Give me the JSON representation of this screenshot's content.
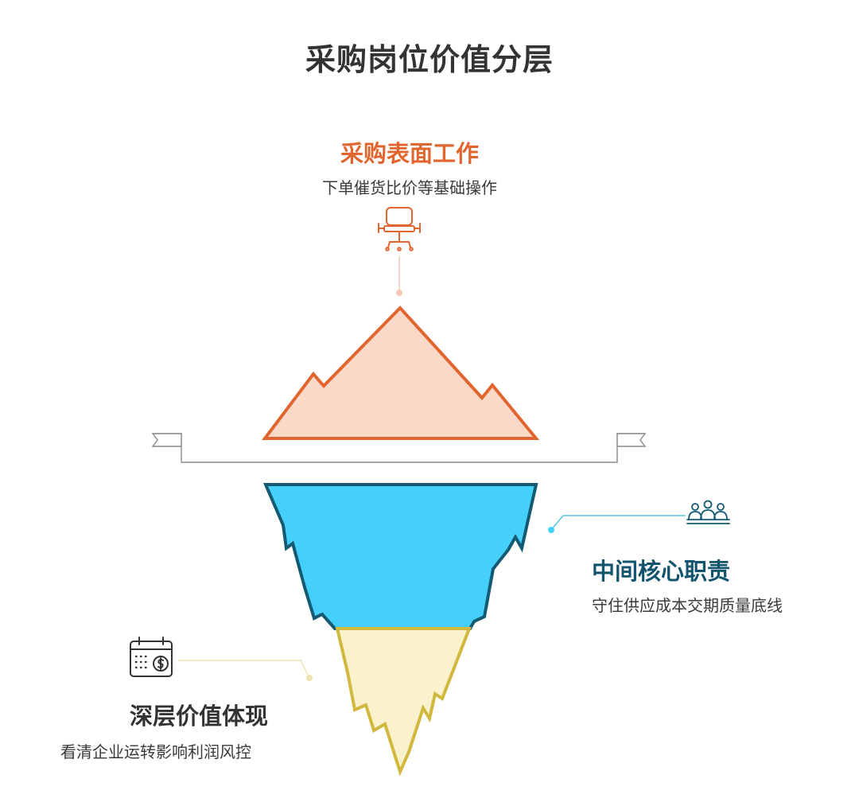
{
  "title": "采购岗位价值分层",
  "layers": {
    "top": {
      "title": "采购表面工作",
      "desc": "下单催货比价等基础操作",
      "icon": "office-chair-icon",
      "color": "#e0652f"
    },
    "middle": {
      "title": "中间核心职责",
      "desc": "守住供应成本交期质量底线",
      "icon": "meeting-people-icon",
      "color": "#12546e"
    },
    "bottom": {
      "title": "深层价值体现",
      "desc": "看清企业运转影响利润风控",
      "icon": "calendar-dollar-icon",
      "color": "#333333"
    }
  },
  "colors": {
    "top_fill": "#fbd9c9",
    "top_stroke": "#e0652f",
    "mid_fill": "#45d0fc",
    "mid_stroke": "#135a72",
    "bot_fill": "#faf1cd",
    "bot_stroke": "#d1b83e"
  }
}
